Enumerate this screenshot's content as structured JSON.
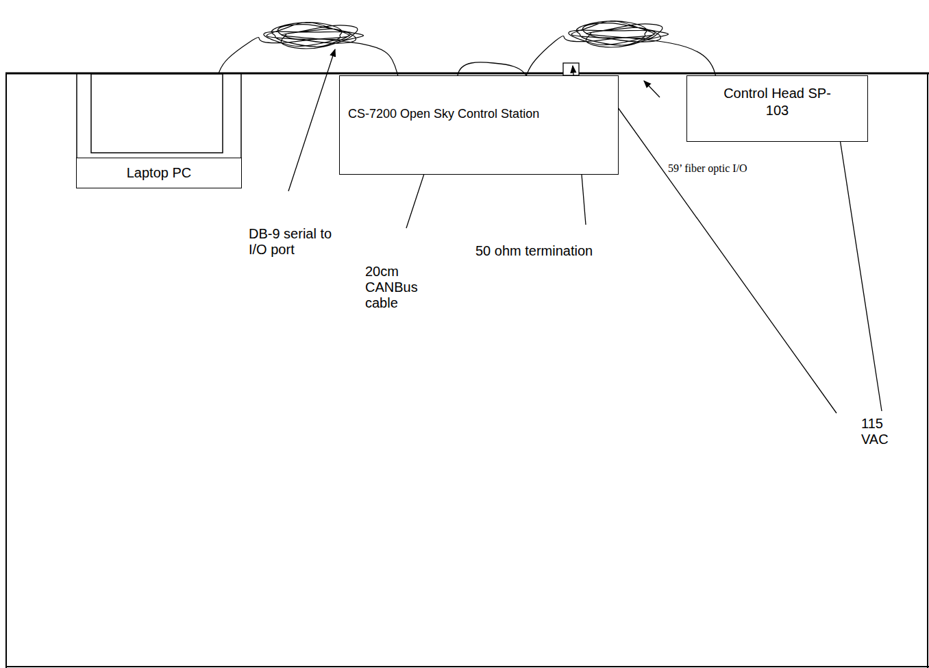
{
  "diagram": {
    "nodes": [
      {
        "text": [
          "Laptop PC"
        ]
      },
      {
        "text": [
          "CS-7200 Open Sky Control Station"
        ]
      },
      {
        "text": [
          "Control Head SP-103"
        ]
      }
    ],
    "edges": [
      {
        "from": 0,
        "to": 1,
        "arrow": "none"
      },
      {
        "from": 1,
        "to": 2,
        "arrow": "none"
      }
    ],
    "labels": [
      "DB-9 serial to I/O port",
      "20cm CANBus cable",
      "50 ohm termination",
      "59’ fiber optic I/O",
      "115 VAC"
    ]
  }
}
